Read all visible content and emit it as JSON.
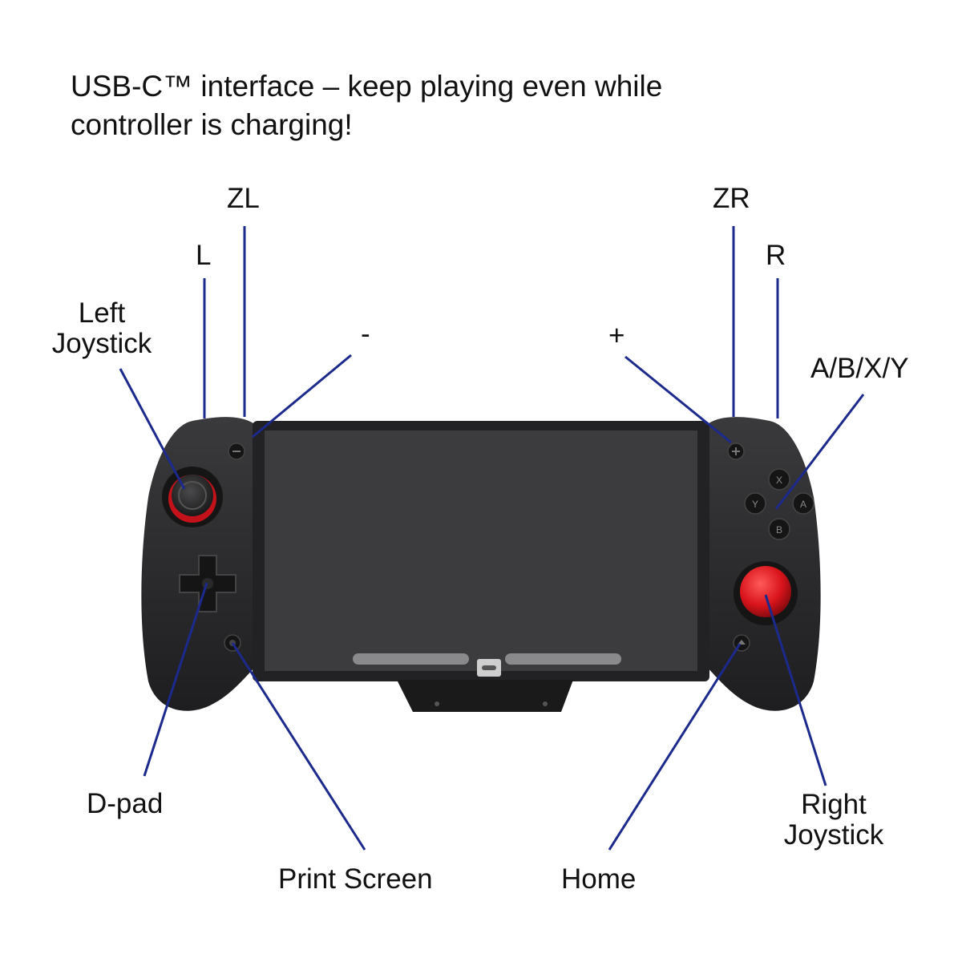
{
  "headline": {
    "line1": "USB-C™ interface – keep playing even while",
    "line2": "controller is charging!"
  },
  "callouts": {
    "zl": "ZL",
    "l": "L",
    "left_joystick_1": "Left",
    "left_joystick_2": "Joystick",
    "minus": "-",
    "plus": "+",
    "zr": "ZR",
    "r": "R",
    "abxy": "A/B/X/Y",
    "dpad": "D-pad",
    "print_screen": "Print Screen",
    "home": "Home",
    "right_joystick_1": "Right",
    "right_joystick_2": "Joystick"
  },
  "face_buttons": {
    "x": "X",
    "y": "Y",
    "a": "A",
    "b": "B"
  },
  "colors": {
    "leader_line": "#1b2a8c",
    "controller_body": "#2b2b2d",
    "screen_panel": "#3c3c3e",
    "stick_accent": "#d9141b",
    "text": "#111111"
  },
  "icons": [
    "controller-illustration",
    "dpad-icon",
    "left-joystick-icon",
    "right-joystick-icon",
    "usb-c-port-icon"
  ]
}
